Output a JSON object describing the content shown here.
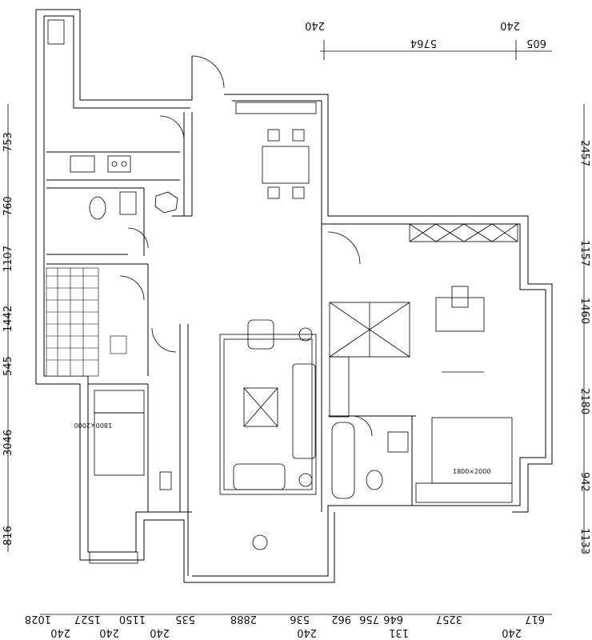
{
  "dimensions": {
    "top": [
      "240",
      "5764",
      "240",
      "605"
    ],
    "left": [
      "753",
      "760",
      "1107",
      "1442",
      "545",
      "3046",
      "816"
    ],
    "right": [
      "2457",
      "1157",
      "1460",
      "2180",
      "942",
      "1133"
    ],
    "bottom": [
      "1028",
      "240",
      "1527",
      "240",
      "1150",
      "240",
      "535",
      "2888",
      "536",
      "240",
      "962",
      "756",
      "646",
      "131",
      "3257",
      "240",
      "617"
    ]
  },
  "labels": {
    "bed_left": "1800×2000",
    "bed_right": "1800×2000"
  }
}
